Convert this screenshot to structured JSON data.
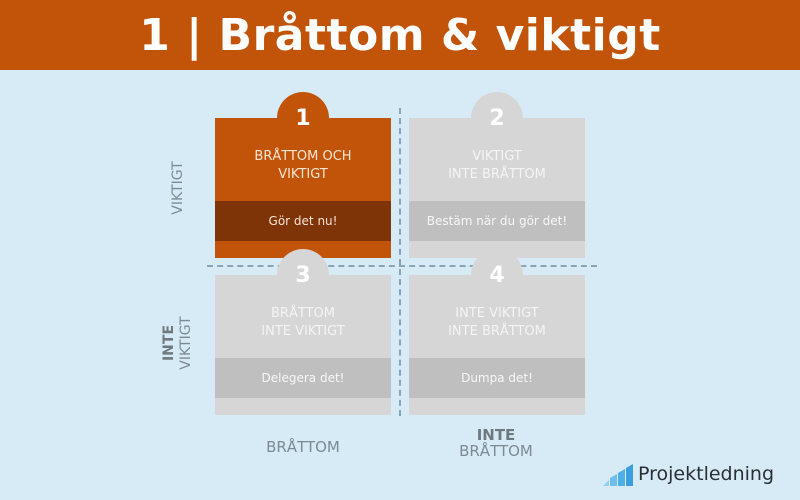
{
  "header": {
    "title": "1 | Bråttom & viktigt",
    "bg_color": "#c2540a"
  },
  "quadrants": [
    {
      "number": "1",
      "title_line1": "BRÅTTOM OCH",
      "title_line2": "VIKTIGT",
      "action": "Gör det nu!",
      "color": "#c2540a",
      "active": true
    },
    {
      "number": "2",
      "title_line1": "VIKTIGT",
      "title_line2": "INTE BRÅTTOM",
      "action": "Bestäm när du gör det!",
      "color": "#d6d6d6",
      "active": false
    },
    {
      "number": "3",
      "title_line1": "BRÅTTOM",
      "title_line2": "INTE VIKTIGT",
      "action": "Delegera det!",
      "color": "#d6d6d6",
      "active": false
    },
    {
      "number": "4",
      "title_line1": "INTE VIKTIGT",
      "title_line2": "INTE BRÅTTOM",
      "action": "Dumpa det!",
      "color": "#d6d6d6",
      "active": false
    }
  ],
  "axes": {
    "y_top": {
      "label": "VIKTIGT"
    },
    "y_bottom": {
      "bold": "INTE",
      "label": "VIKTIGT"
    },
    "x_left": {
      "label": "BRÅTTOM"
    },
    "x_right": {
      "bold": "INTE",
      "label": "BRÅTTOM"
    }
  },
  "logo": {
    "icon": "bar-chart-logo-icon",
    "text": "Projektledning"
  }
}
